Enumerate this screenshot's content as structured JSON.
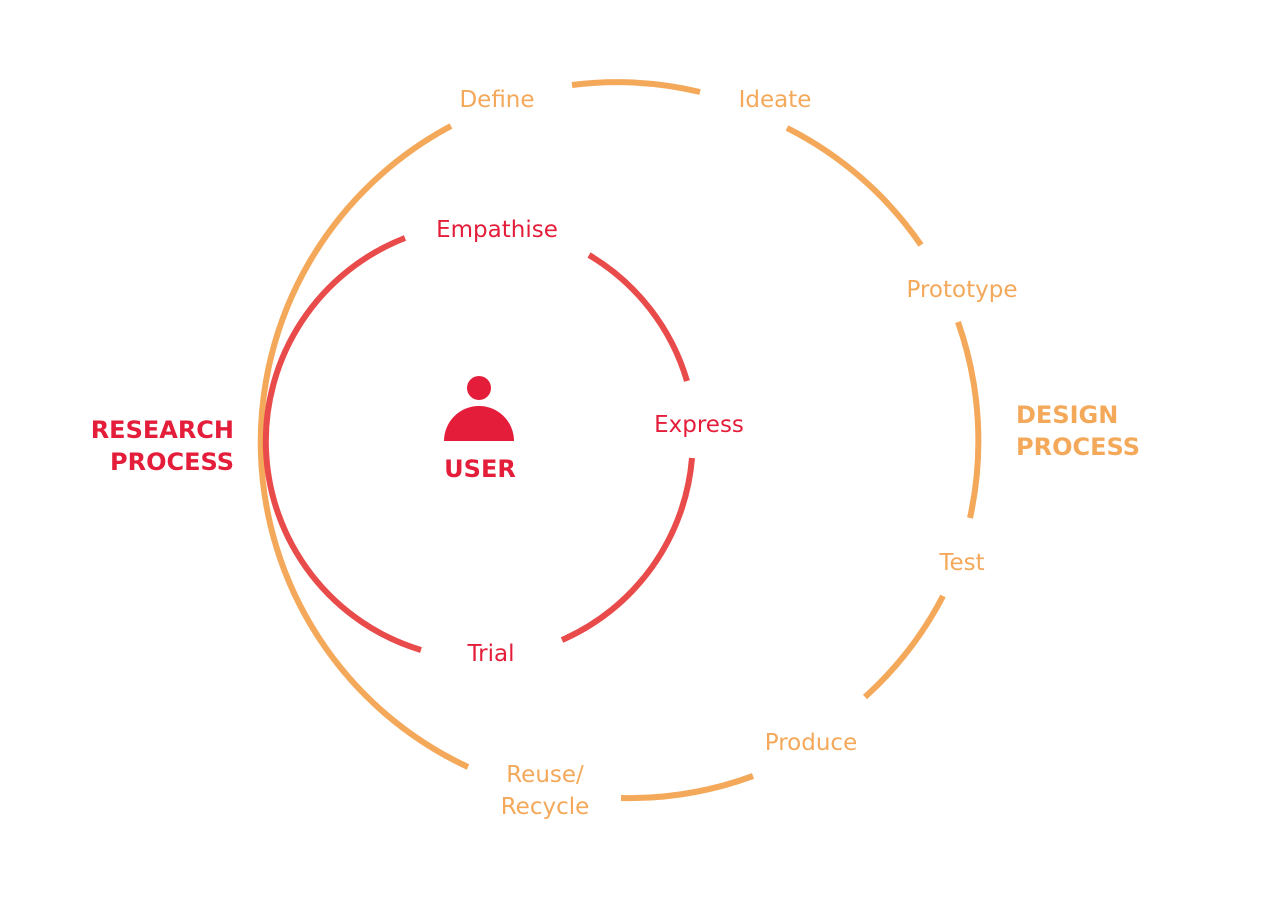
{
  "colors": {
    "outer_ring": "#f4a85a",
    "inner_ring": "#e94b4b",
    "research_text": "#e41e3a",
    "design_text": "#f4a85a",
    "user": "#e41e3a",
    "background": "#ffffff"
  },
  "center": {
    "icon": "user-icon",
    "label": "USER"
  },
  "research_process": {
    "line1": "RESEARCH",
    "line2": "PROCESS",
    "stages": [
      "Empathise",
      "Express",
      "Trial"
    ]
  },
  "design_process": {
    "line1": "DESIGN",
    "line2": "PROCESS",
    "stages": [
      "Define",
      "Ideate",
      "Prototype",
      "Test",
      "Produce",
      "Reuse/",
      "Recycle"
    ]
  }
}
